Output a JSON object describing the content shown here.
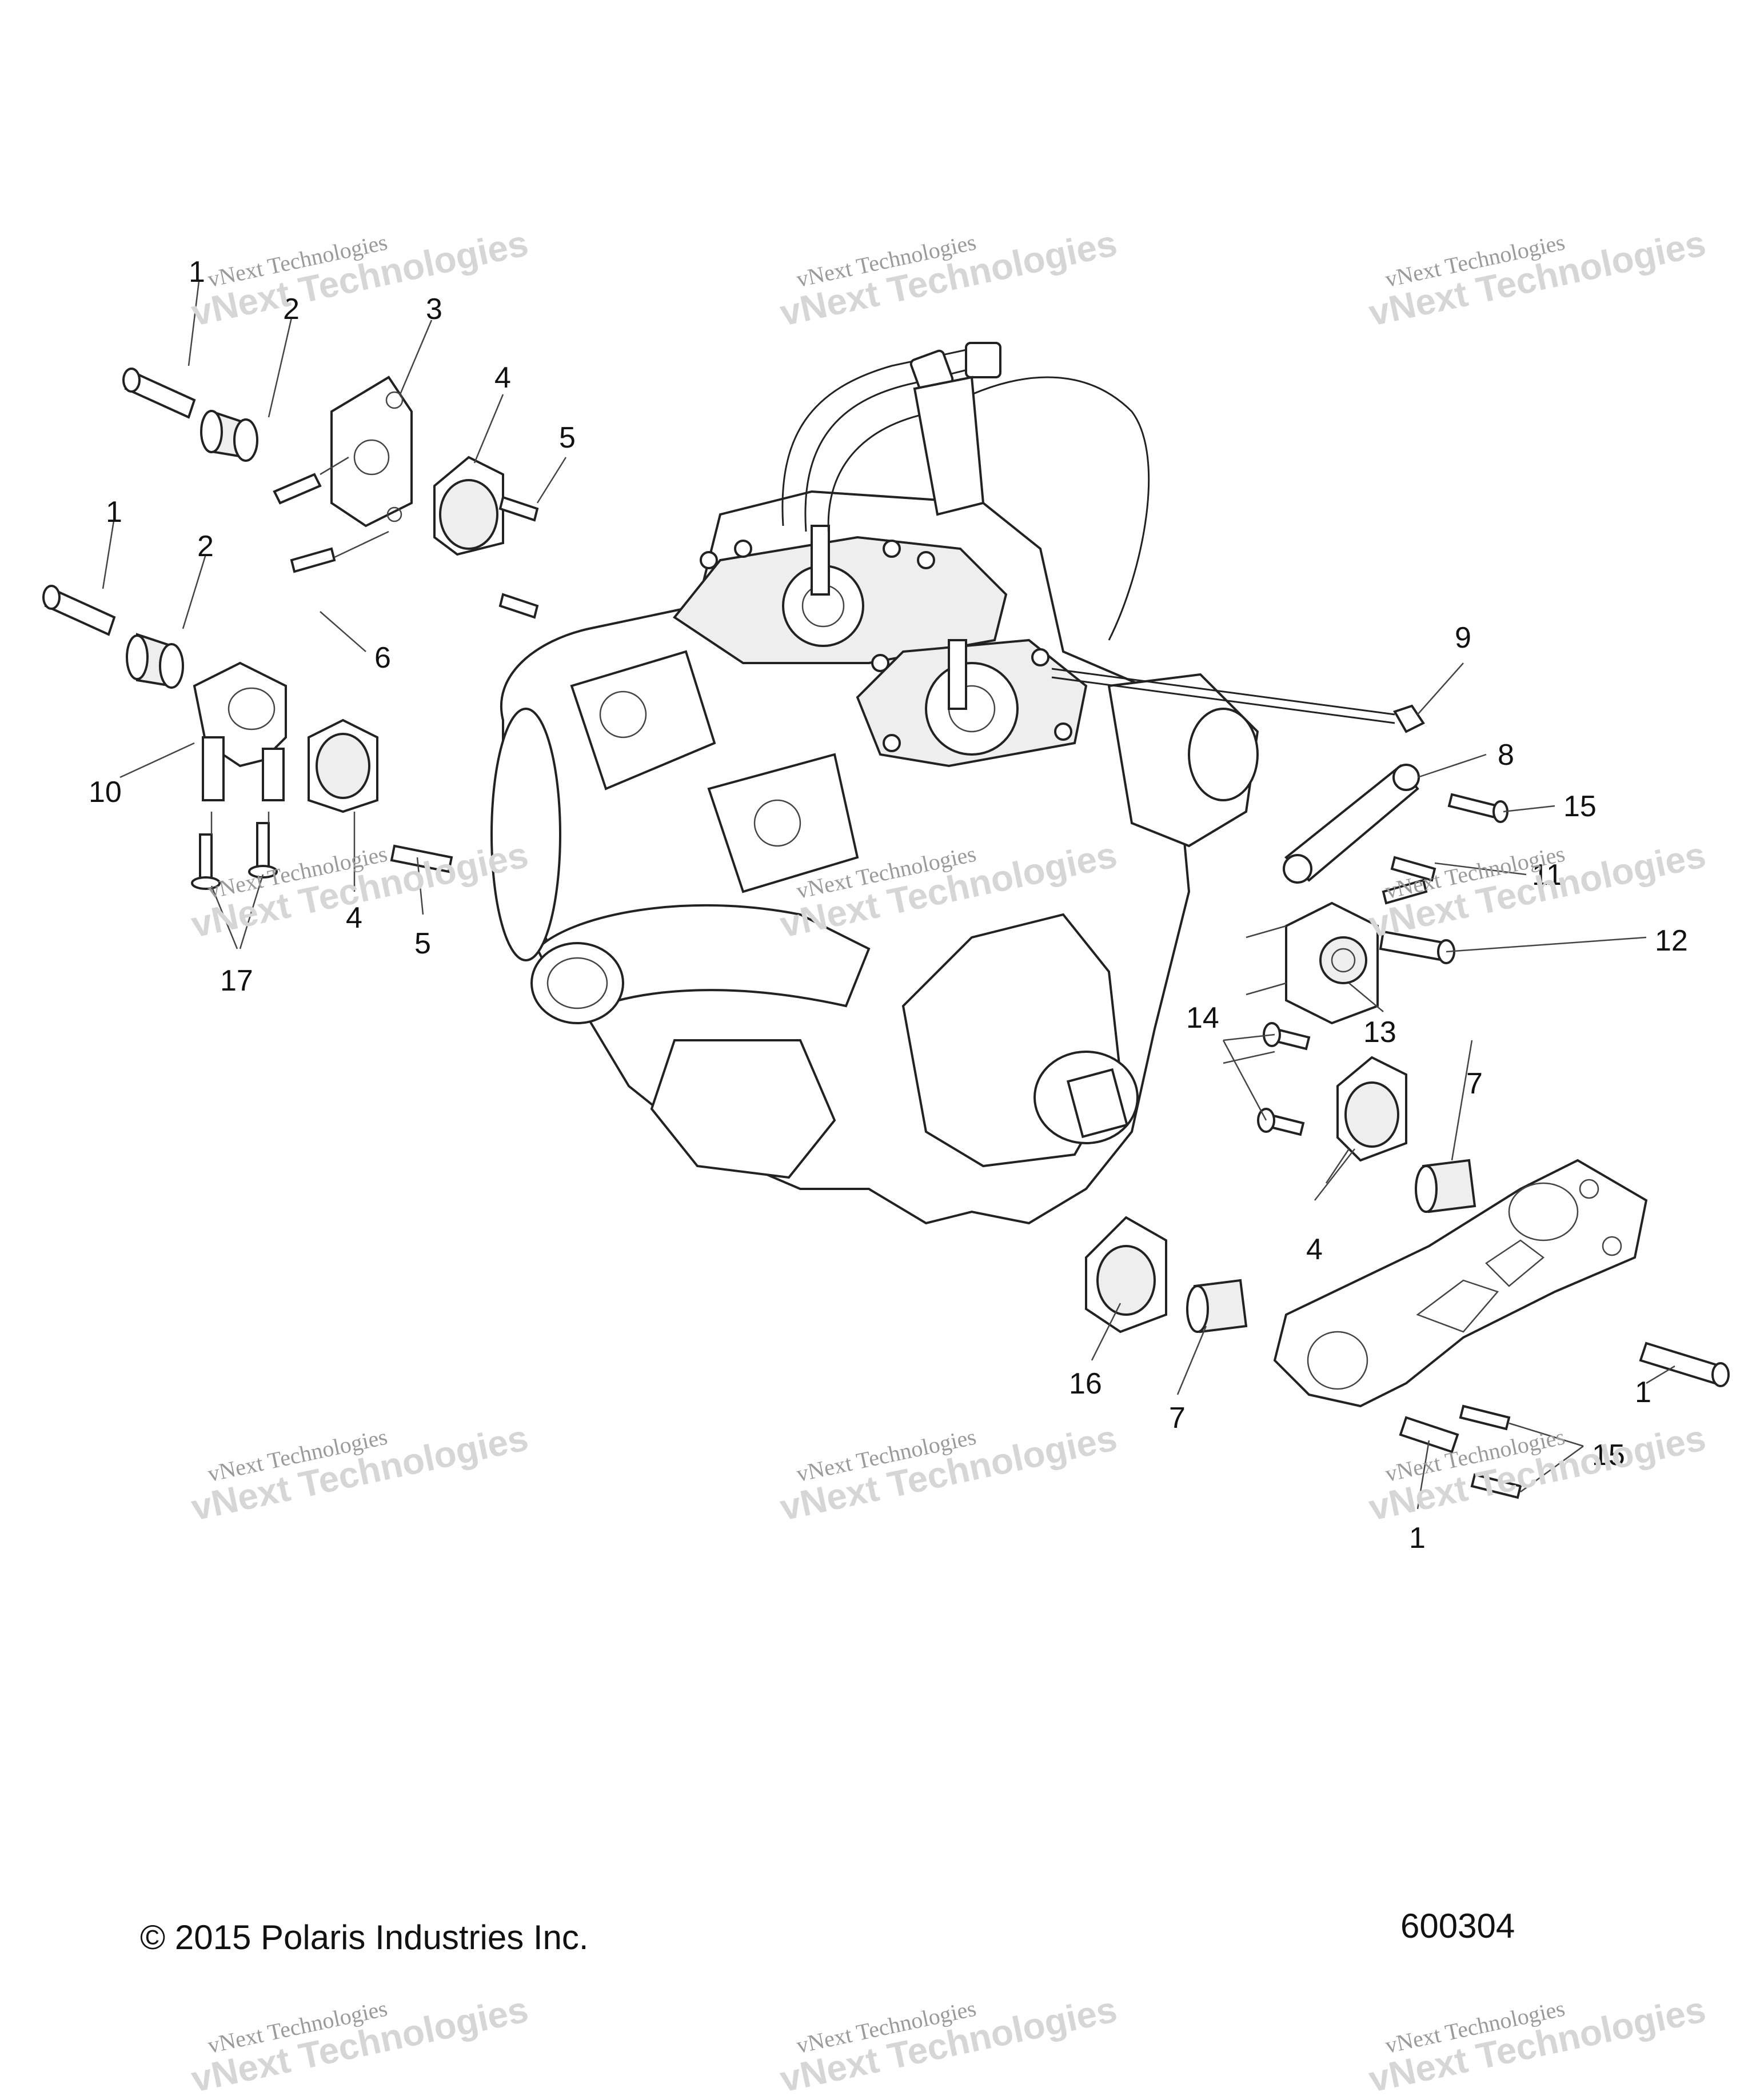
{
  "callouts": [
    "1",
    "2",
    "3",
    "4",
    "5",
    "1",
    "2",
    "6",
    "10",
    "4",
    "5",
    "17",
    "9",
    "8",
    "15",
    "11",
    "13",
    "12",
    "14",
    "7",
    "4",
    "16",
    "7",
    "1",
    "15",
    "1"
  ],
  "footer": {
    "copyright": "© 2015 Polaris Industries Inc.",
    "figure_id": "600304"
  },
  "watermark": {
    "line1": "vNext Technologies",
    "line2": "vNext Technologies"
  },
  "colors": {
    "ink": "#222222",
    "watermark": "#d6d6d6"
  }
}
